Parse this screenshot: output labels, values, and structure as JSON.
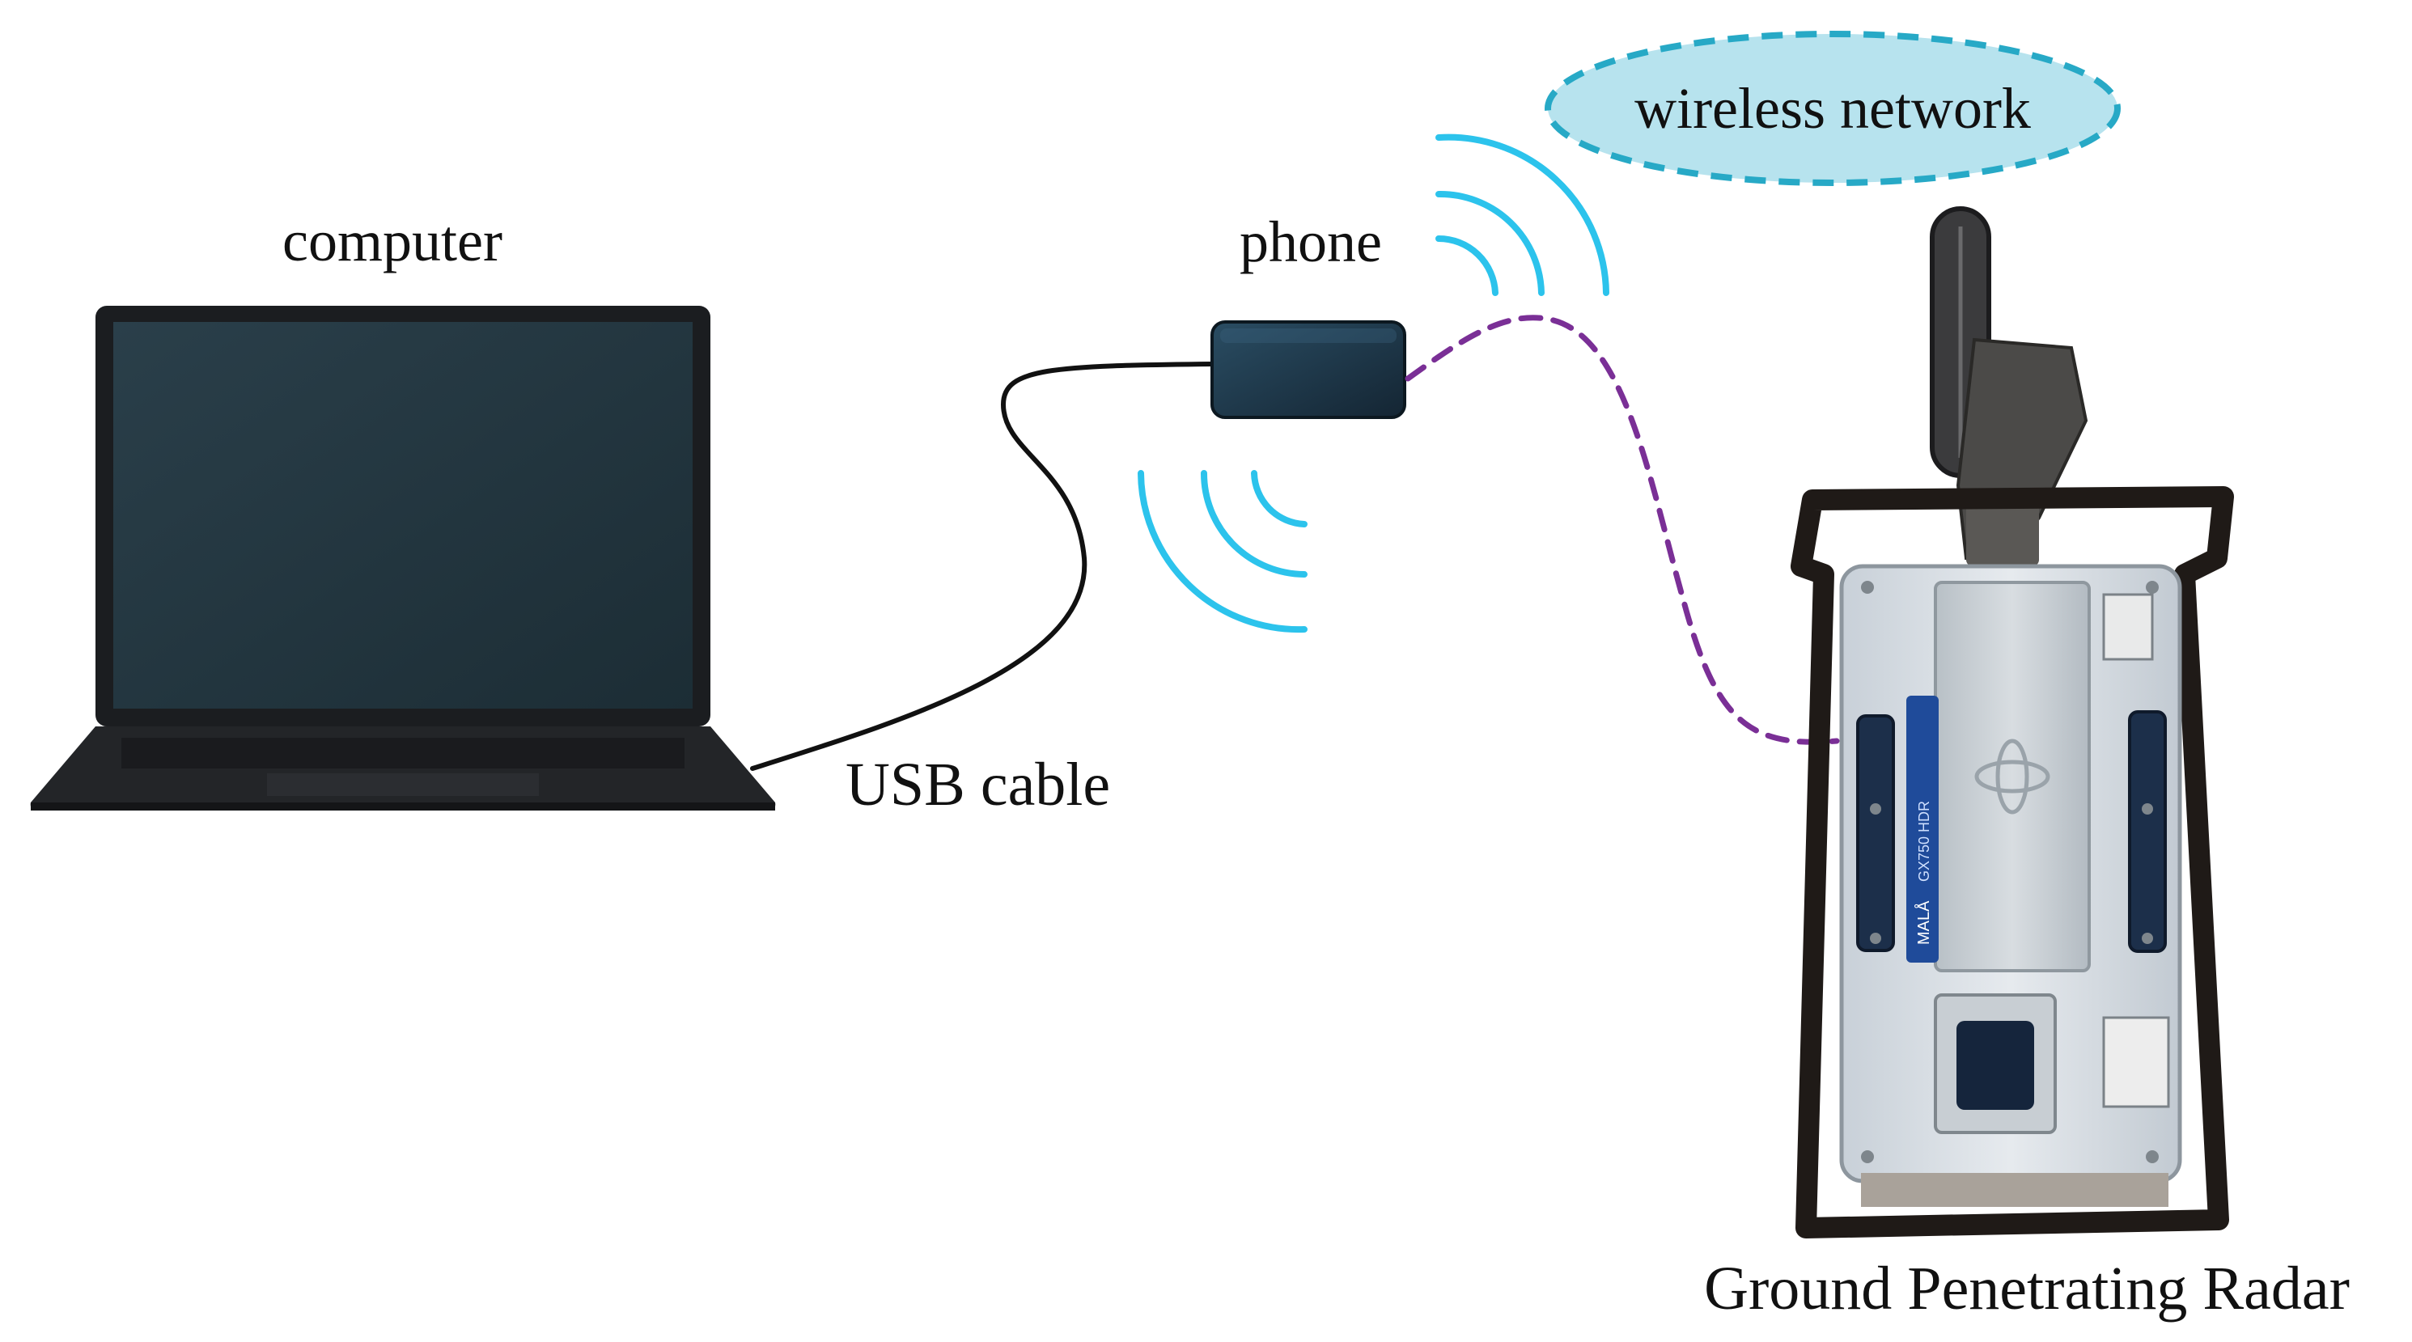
{
  "labels": {
    "computer": "computer",
    "phone": "phone",
    "wireless": "wireless network",
    "usb": "USB cable",
    "gpr": "Ground Penetrating Radar"
  },
  "gpr_device": {
    "brand": "MALÅ",
    "model": "GX750 HDR"
  },
  "colors": {
    "wireless_fill": "#b7e3ee",
    "wireless_border": "#27a9c6",
    "signal_waves": "#2cc3ec",
    "dashed_link": "#7a2f96",
    "usb_cable": "#111111",
    "laptop_body": "#1b1d20",
    "laptop_screen": "#22353f",
    "phone_body": "#1c3342",
    "radar_frame": "#1f1a17",
    "radar_body": "#d9dee3"
  }
}
